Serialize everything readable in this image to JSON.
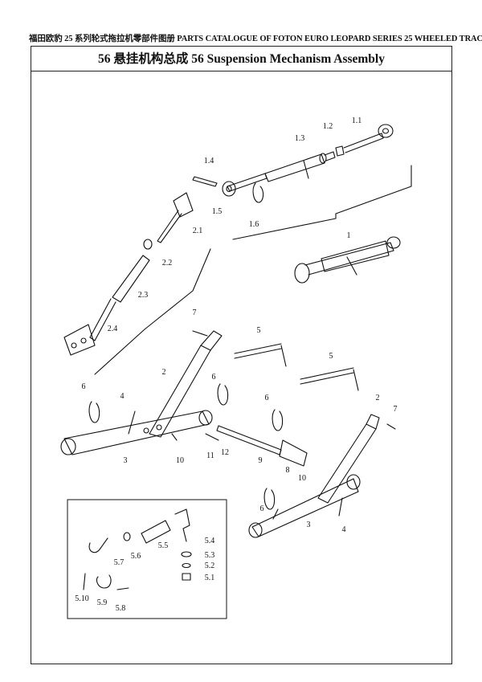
{
  "header": {
    "text": "福田欧豹 25 系列轮式拖拉机零部件图册   PARTS CATALOGUE  OF FOTON EURO LEOPARD SERIES 25 WHEELED TRACTORS"
  },
  "title": {
    "text": "56 悬挂机构总成    56 Suspension Mechanism Assembly"
  },
  "callouts": {
    "c1_1": "1.1",
    "c1_2": "1.2",
    "c1_3": "1.3",
    "c1_4": "1.4",
    "c1_5": "1.5",
    "c1_6": "1.6",
    "c1": "1",
    "c2_1": "2.1",
    "c2_2": "2.2",
    "c2_3": "2.3",
    "c2_4": "2.4",
    "c7": "7",
    "c5a": "5",
    "c5b": "5",
    "c2a": "2",
    "c6a": "6",
    "c6b": "6",
    "c6c": "6",
    "c6d": "6",
    "c4a": "4",
    "c4b": "4",
    "c3a": "3",
    "c3b": "3",
    "c10a": "10",
    "c10b": "10",
    "c11": "11",
    "c12": "12",
    "c9": "9",
    "c8": "8",
    "c2b": "2",
    "c7b": "7",
    "c5_4": "5.4",
    "c5_3": "5.3",
    "c5_2": "5.2",
    "c5_1": "5.1",
    "c5_5": "5.5",
    "c5_6": "5.6",
    "c5_7": "5.7",
    "c5_8": "5.8",
    "c5_9": "5.9",
    "c5_10": "5.10"
  }
}
